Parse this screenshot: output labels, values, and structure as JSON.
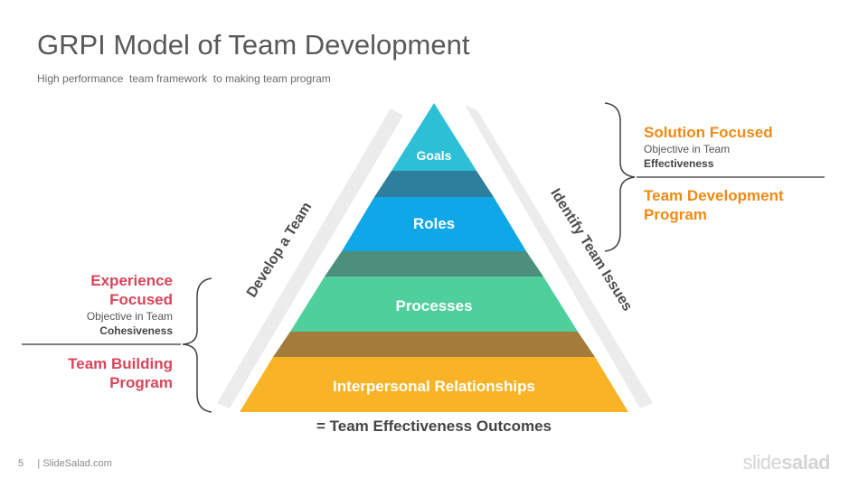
{
  "slide": {
    "title": "GRPI Model of Team Development",
    "subtitle": "High performance  team framework  to making team program",
    "page_number": "5",
    "footer_text": "| SlideSalad.com",
    "brand": {
      "part1": "slide",
      "part2": "salad"
    }
  },
  "pyramid": {
    "levels": [
      {
        "label": "Goals",
        "color": "#2dbfd6",
        "shade": "#2e7f9e"
      },
      {
        "label": "Roles",
        "color": "#0fa7e8",
        "shade": "#4d8f7d"
      },
      {
        "label": "Processes",
        "color": "#4fcf9c",
        "shade": "#a37b3a"
      },
      {
        "label": "Interpersonal Relationships",
        "color": "#f8b326"
      }
    ],
    "left_side_label": "Develop a Team",
    "right_side_label": "Identify Team Issues",
    "outcome": "= Team Effectiveness Outcomes"
  },
  "left_panel": {
    "heading_line1": "Experience",
    "heading_line2": "Focused",
    "desc_line1": "Objective in Team",
    "desc_line2": "Cohesiveness",
    "program_line1": "Team Building",
    "program_line2": "Program",
    "color": "#d9455b"
  },
  "right_panel": {
    "heading": "Solution Focused",
    "desc_line1": "Objective in Team",
    "desc_line2": "Effectiveness",
    "program_line1": "Team Development",
    "program_line2": "Program",
    "color": "#f08a14"
  }
}
